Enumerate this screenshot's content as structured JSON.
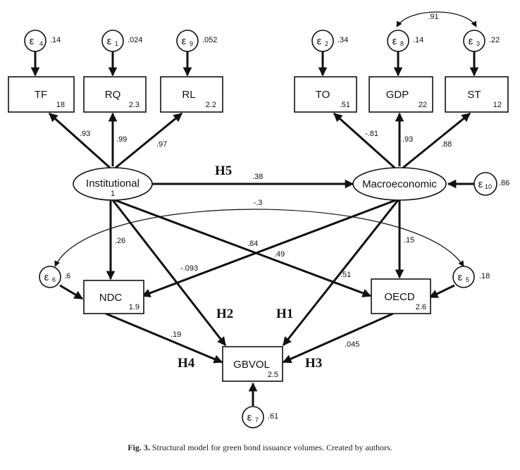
{
  "caption": {
    "label": "Fig. 3.",
    "text": "Structural model for green bond issuance volumes. Created by authors."
  },
  "nodes": {
    "TF": {
      "label": "TF",
      "value": "18"
    },
    "RQ": {
      "label": "RQ",
      "value": "2.3"
    },
    "RL": {
      "label": "RL",
      "value": "2.2"
    },
    "TO": {
      "label": "TO",
      "value": ".51"
    },
    "GDP": {
      "label": "GDP",
      "value": "22"
    },
    "ST": {
      "label": "ST",
      "value": "12"
    },
    "NDC": {
      "label": "NDC",
      "value": "1.9"
    },
    "OECD": {
      "label": "OECD",
      "value": "2.6"
    },
    "GBVOL": {
      "label": "GBVOL",
      "value": "2.5"
    },
    "Institutional": {
      "label": "Institutional",
      "value": "1"
    },
    "Macroeconomic": {
      "label": "Macroeconomic",
      "value": ""
    }
  },
  "errors": {
    "e4": {
      "sub": "4",
      "value": ".14"
    },
    "e1": {
      "sub": "1",
      "value": ".024"
    },
    "e9": {
      "sub": "9",
      "value": ".052"
    },
    "e2": {
      "sub": "2",
      "value": ".34"
    },
    "e8": {
      "sub": "8",
      "value": ".14"
    },
    "e3": {
      "sub": "3",
      "value": ".22"
    },
    "e10": {
      "sub": "10",
      "value": ".86"
    },
    "e6": {
      "sub": "6",
      "value": ".6"
    },
    "e5": {
      "sub": "5",
      "value": ".18"
    },
    "e7": {
      "sub": "7",
      "value": ".61"
    }
  },
  "epsilon": "ε",
  "paths": {
    "inst_tf": ".93",
    "inst_rq": ".99",
    "inst_rl": ".97",
    "mac_to": "-.81",
    "mac_gdp": ".93",
    "mac_st": ".88",
    "inst_mac": ".38",
    "inst_ndc": ".26",
    "inst_oecd": ".84",
    "inst_gbvol": "-.093",
    "mac_ndc": ".49",
    "mac_gbvol": ".51",
    "mac_oecd": ".15",
    "ndc_gbvol": ".19",
    "oecd_gbvol": ".045",
    "cov_e8_e3": ".91",
    "cov_e6_e5": "-.3"
  },
  "hypotheses": {
    "H1": "H1",
    "H2": "H2",
    "H3": "H3",
    "H4": "H4",
    "H5": "H5"
  }
}
